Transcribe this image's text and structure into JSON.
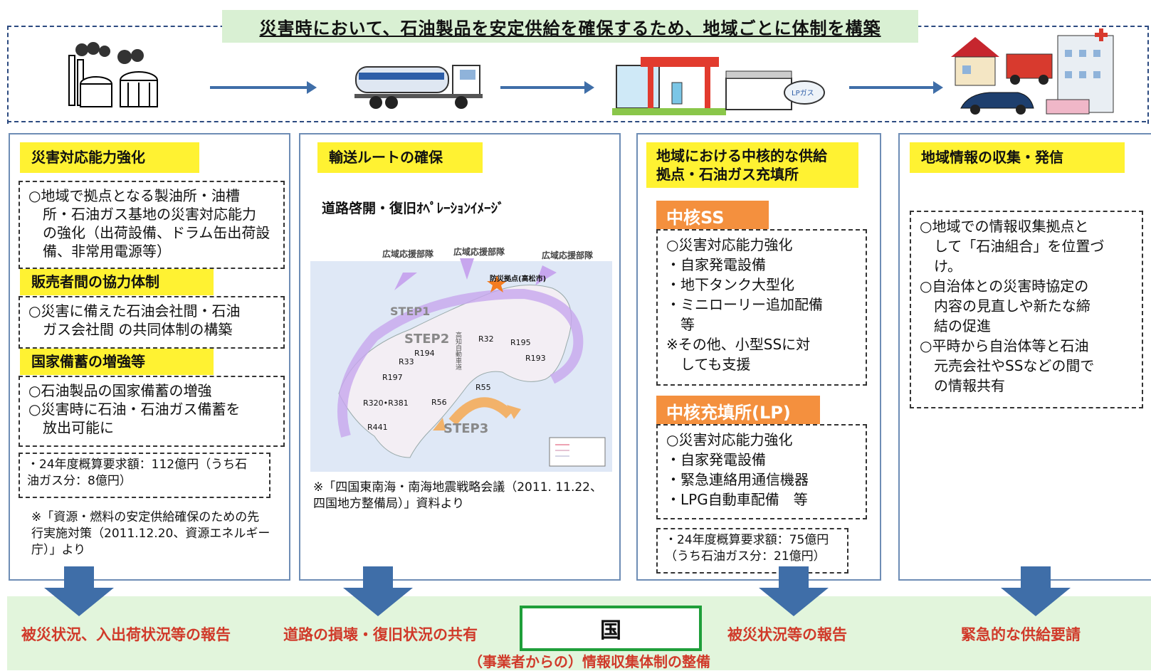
{
  "title": "災害時において、石油製品を安定供給を確保するため、地域ごとに体制を構築",
  "colors": {
    "label_yellow": "#fff232",
    "orange": "#f4903e",
    "blue_arrow": "#3f6ea8",
    "red_text": "#d03a2a",
    "green_band": "#e2f5dc"
  },
  "icons": [
    "refinery-icon",
    "tanker-truck-icon",
    "gas-station-icon",
    "town-facilities-icon"
  ],
  "panel1": {
    "label1": "災害対応能力強化",
    "box1": [
      "○地域で拠点となる製油所・油槽",
      "　所・石油ガス基地の災害対応能力",
      "　の強化（出荷設備、ドラム缶出荷設",
      "　備、非常用電源等）"
    ],
    "label2": "販売者間の協力体制",
    "box2": [
      "○災害に備えた石油会社間・石油",
      "　ガス会社間 の共同体制の構築"
    ],
    "label3": "国家備蓄の増強等",
    "box3": [
      "○石油製品の国家備蓄の増強",
      "○災害時に石油・石油ガス備蓄を",
      "　放出可能に"
    ],
    "budget": [
      "・24年度概算要求額：112億円（うち石",
      "油ガス分：8億円）"
    ],
    "source": [
      "※「資源・燃料の安定供給確保のための先",
      "行実施対策（2011.12.20、資源エネルギー",
      "庁）」より"
    ]
  },
  "panel2": {
    "label": "輸送ルートの確保",
    "subtitle": "道路啓開・復旧ｵﾍﾟﾚｰｼｮﾝｲﾒｰｼﾞ",
    "map": {
      "support_labels": [
        "広域応援部隊",
        "広域応援部隊",
        "広域応援部隊"
      ],
      "base_label": "防災拠点(高松市)",
      "steps": [
        "STEP1",
        "STEP2",
        "STEP3"
      ],
      "routes": [
        "R32",
        "R195",
        "R194",
        "R193",
        "R33",
        "R197",
        "R55",
        "R320•R381",
        "R56",
        "R441"
      ],
      "vertical_label": "高知自動車道"
    },
    "source": [
      "※「四国東南海・南海地震戦略会議（2011. 11.22、",
      "四国地方整備局）」資料より"
    ]
  },
  "panel3": {
    "label": [
      "地域における中核的な供給",
      "拠点・石油ガス充填所"
    ],
    "ss_title": "中核SS",
    "ss_items": [
      "○災害対応能力強化",
      "・自家発電設備",
      "・地下タンク大型化",
      "・ミニローリー追加配備",
      "　等",
      "※その他、小型SSに対",
      "　しても支援"
    ],
    "lp_title": "中核充填所(LP)",
    "lp_items": [
      "○災害対応能力強化",
      "・自家発電設備",
      "・緊急連絡用通信機器",
      "・LPG自動車配備　等"
    ],
    "budget": [
      "・24年度概算要求額：75億円",
      "（うち石油ガス分：21億円）"
    ]
  },
  "panel4": {
    "label": "地域情報の収集・発信",
    "items": [
      "○地域での情報収集拠点と",
      "　して「石油組合」を位置づ",
      "　け。",
      "○自治体との災害時協定の",
      "　内容の見直しや新たな締",
      "　結の促進",
      "○平時から自治体等と石油",
      "　元売会社やSSなどの間で",
      "　の情報共有"
    ]
  },
  "bottom": {
    "report1": "被災状況、入出荷状況等の報告",
    "report2": "道路の損壊・復旧状況の共有",
    "country": "国",
    "report3": "被災状況等の報告",
    "report4": "緊急的な供給要請",
    "caption": "（事業者からの）情報収集体制の整備"
  }
}
